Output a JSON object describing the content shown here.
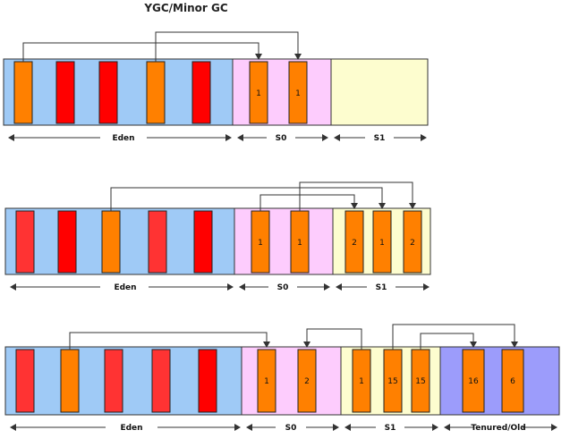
{
  "title": "YGC/Minor GC",
  "colors": {
    "eden": "#9fcaf6",
    "s0": "#fdccfd",
    "s1": "#fdfdcf",
    "tenured": "#9c9cfb",
    "live_object": "#ff8000",
    "dead_object": "#ff0000",
    "dead_object_light": "#ff3333",
    "line": "#333333"
  },
  "regions": {
    "eden": "Eden",
    "s0": "S0",
    "s1": "S1",
    "tenured": "Tenured/Old"
  },
  "stages": [
    {
      "objects": [
        {
          "region": "eden",
          "state": "live",
          "label": ""
        },
        {
          "region": "eden",
          "state": "dead",
          "label": ""
        },
        {
          "region": "eden",
          "state": "dead",
          "label": ""
        },
        {
          "region": "eden",
          "state": "live",
          "label": ""
        },
        {
          "region": "eden",
          "state": "dead",
          "label": ""
        },
        {
          "region": "s0",
          "state": "live",
          "label": "1"
        },
        {
          "region": "s0",
          "state": "live",
          "label": "1"
        }
      ]
    },
    {
      "objects": [
        {
          "region": "eden",
          "state": "dead",
          "label": ""
        },
        {
          "region": "eden",
          "state": "dead",
          "label": ""
        },
        {
          "region": "eden",
          "state": "live",
          "label": ""
        },
        {
          "region": "eden",
          "state": "dead",
          "label": ""
        },
        {
          "region": "eden",
          "state": "dead",
          "label": ""
        },
        {
          "region": "s0",
          "state": "live",
          "label": "1"
        },
        {
          "region": "s0",
          "state": "live",
          "label": "1"
        },
        {
          "region": "s1",
          "state": "live",
          "label": "2"
        },
        {
          "region": "s1",
          "state": "live",
          "label": "1"
        },
        {
          "region": "s1",
          "state": "live",
          "label": "2"
        }
      ]
    },
    {
      "objects": [
        {
          "region": "eden",
          "state": "dead",
          "label": ""
        },
        {
          "region": "eden",
          "state": "live",
          "label": ""
        },
        {
          "region": "eden",
          "state": "dead",
          "label": ""
        },
        {
          "region": "eden",
          "state": "dead",
          "label": ""
        },
        {
          "region": "eden",
          "state": "dead",
          "label": ""
        },
        {
          "region": "s0",
          "state": "live",
          "label": "1"
        },
        {
          "region": "s0",
          "state": "live",
          "label": "2"
        },
        {
          "region": "s1",
          "state": "live",
          "label": "1"
        },
        {
          "region": "s1",
          "state": "live",
          "label": "15"
        },
        {
          "region": "s1",
          "state": "live",
          "label": "15"
        },
        {
          "region": "tenured",
          "state": "live",
          "label": "16"
        },
        {
          "region": "tenured",
          "state": "live",
          "label": "6"
        }
      ]
    }
  ]
}
